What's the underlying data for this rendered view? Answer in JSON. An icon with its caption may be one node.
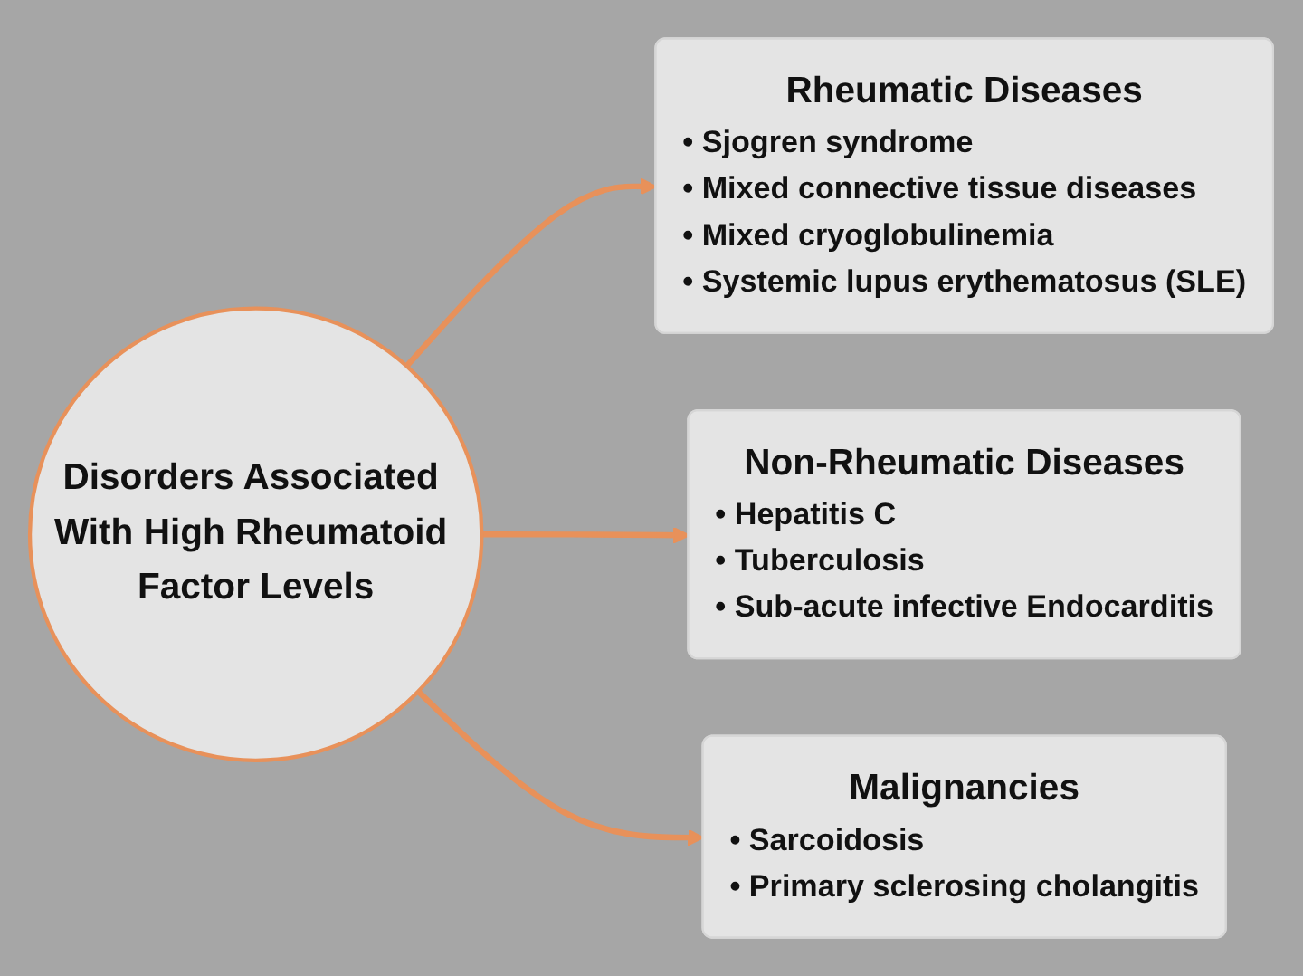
{
  "diagram": {
    "nodes": [
      {
        "text": [
          "Disorders Associated With High Rheumatoid Factor Levels"
        ]
      },
      {
        "text": [
          "Rheumatic Diseases",
          "• Sjogren syndrome",
          "• Mixed connective tissue diseases",
          "• Mixed cryoglobulinemia",
          "• Systemic lupus erythematosus (SLE)"
        ]
      },
      {
        "text": [
          "Non-Rheumatic Diseases",
          "• Hepatitis C",
          "• Tuberculosis",
          "• Sub-acute infective Endocarditis"
        ]
      },
      {
        "text": [
          "Malignancies",
          "• Sarcoidosis",
          "• Primary sclerosing cholangitis"
        ]
      }
    ],
    "edges": [
      {
        "from": 0,
        "to": 1,
        "arrow": "to"
      },
      {
        "from": 0,
        "to": 2,
        "arrow": "to"
      },
      {
        "from": 0,
        "to": 3,
        "arrow": "to"
      }
    ]
  }
}
